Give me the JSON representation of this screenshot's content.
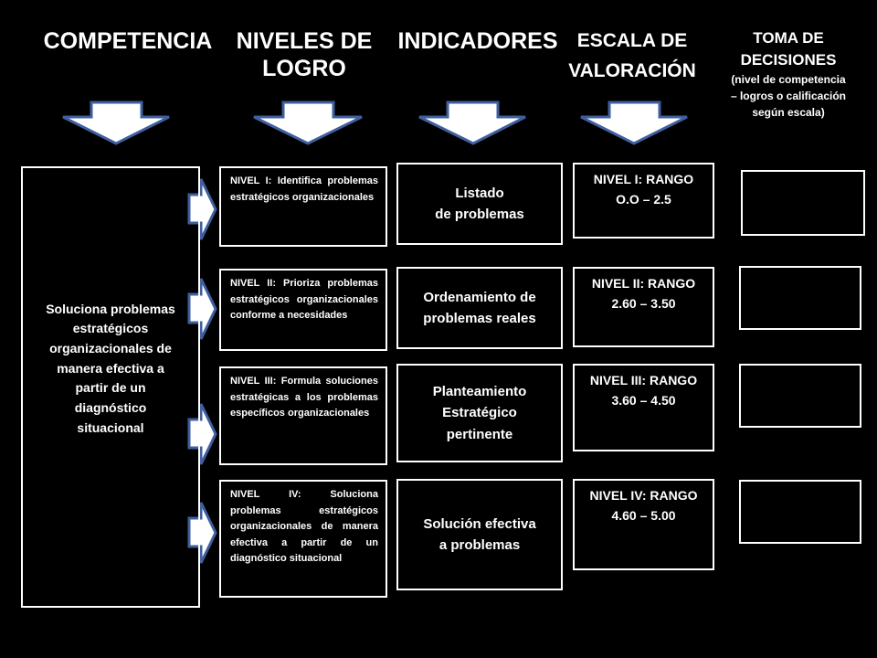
{
  "headers": {
    "competencia": "COMPETENCIA",
    "niveles_line1": "NIVELES DE",
    "niveles_line2": "LOGRO",
    "indicadores": "INDICADORES",
    "escala_line1": "ESCALA DE",
    "escala_line2": "VALORACIÓN",
    "toma_line1": "TOMA DE",
    "toma_line2": "DECISIONES",
    "toma_note_line1": "(nivel de competencia",
    "toma_note_line2": "– logros o calificación",
    "toma_note_line3": "según escala)"
  },
  "competencia": {
    "line1": "Soluciona problemas",
    "line2": "estratégicos",
    "line3": "organizacionales de",
    "line4": "manera efectiva a",
    "line5": "partir de un",
    "line6": "diagnóstico",
    "line7": "situacional"
  },
  "niveles": [
    {
      "text": "NIVEL I: Identifica problemas estratégicos organizacionales"
    },
    {
      "text": "NIVEL II: Prioriza problemas estratégicos organizacionales conforme a necesidades"
    },
    {
      "text": "NIVEL III: Formula soluciones estratégicas a los problemas específicos organizacionales"
    },
    {
      "text": "NIVEL IV: Soluciona problemas estratégicos organizacionales de manera efectiva a partir de un diagnóstico situacional"
    }
  ],
  "indicadores": [
    {
      "line1": "Listado",
      "line2": "de problemas",
      "line3": ""
    },
    {
      "line1": "Ordenamiento de",
      "line2": "problemas reales",
      "line3": ""
    },
    {
      "line1": "Planteamiento",
      "line2": "Estratégico",
      "line3": "pertinente"
    },
    {
      "line1": "Solución efectiva",
      "line2": "a problemas",
      "line3": ""
    }
  ],
  "escala": [
    {
      "line1": "NIVEL I: RANGO",
      "line2": "O.O – 2.5"
    },
    {
      "line1": "NIVEL II: RANGO",
      "line2": "2.60 – 3.50"
    },
    {
      "line1": "NIVEL III: RANGO",
      "line2": "3.60 – 4.50"
    },
    {
      "line1": "NIVEL IV: RANGO",
      "line2": "4.60 – 5.00"
    }
  ],
  "colors": {
    "background": "#000000",
    "arrow_fill": "#ffffff",
    "arrow_stroke": "#3f5f9e",
    "text": "#ffffff"
  }
}
